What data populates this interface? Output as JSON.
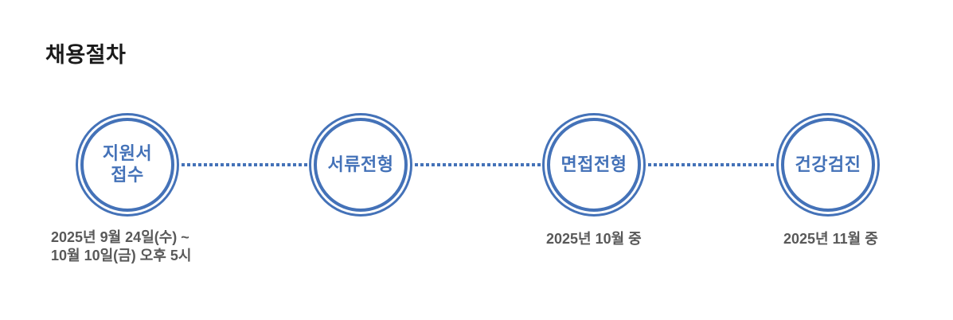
{
  "section": {
    "title": "채용절차"
  },
  "colors": {
    "accent": "#4472b8",
    "title_text": "#1a1a1a",
    "date_text": "#595959",
    "background": "#ffffff"
  },
  "process": {
    "steps": [
      {
        "label": "지원서\n접수",
        "date": "2025년 9월 24일(수) ~\n10월 10일(금) 오후 5시"
      },
      {
        "label": "서류전형",
        "date": ""
      },
      {
        "label": "면접전형",
        "date": "2025년 10월 중"
      },
      {
        "label": "건강검진",
        "date": "2025년 11월 중"
      }
    ]
  }
}
